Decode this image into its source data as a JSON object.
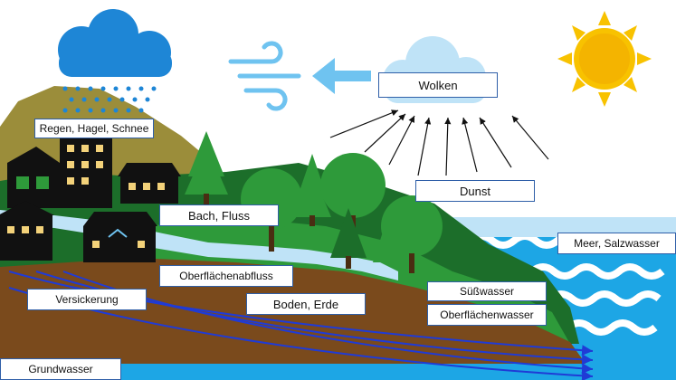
{
  "labels": {
    "wolken": "Wolken",
    "regen": "Regen, Hagel, Schnee",
    "dunst": "Dunst",
    "bach": "Bach, Fluss",
    "meer": "Meer, Salzwasser",
    "oberflaechenabfluss": "Oberflächenabfluss",
    "versickerung": "Versickerung",
    "boden": "Boden, Erde",
    "suesswasser": "Süßwasser",
    "oberflaechenwasser": "Oberflächenwasser",
    "grundwasser": "Grundwasser"
  },
  "colors": {
    "sky_cloud": "#bfe3f7",
    "rain_cloud": "#1e86d6",
    "sun": "#f8c200",
    "soil": "#7a4a1c",
    "grass_dark": "#1c6e2a",
    "grass_light": "#2e9a3a",
    "sea": "#1da6e5",
    "river": "#bfe3f7",
    "arrow_blue": "#1f3bd6",
    "label_border": "#2f5fa8"
  },
  "icons": [
    "rain-cloud-icon",
    "wind-icon",
    "sun-icon",
    "cloud-icon",
    "house-icon",
    "tree-icon",
    "wave-icon",
    "arrow-icon"
  ]
}
